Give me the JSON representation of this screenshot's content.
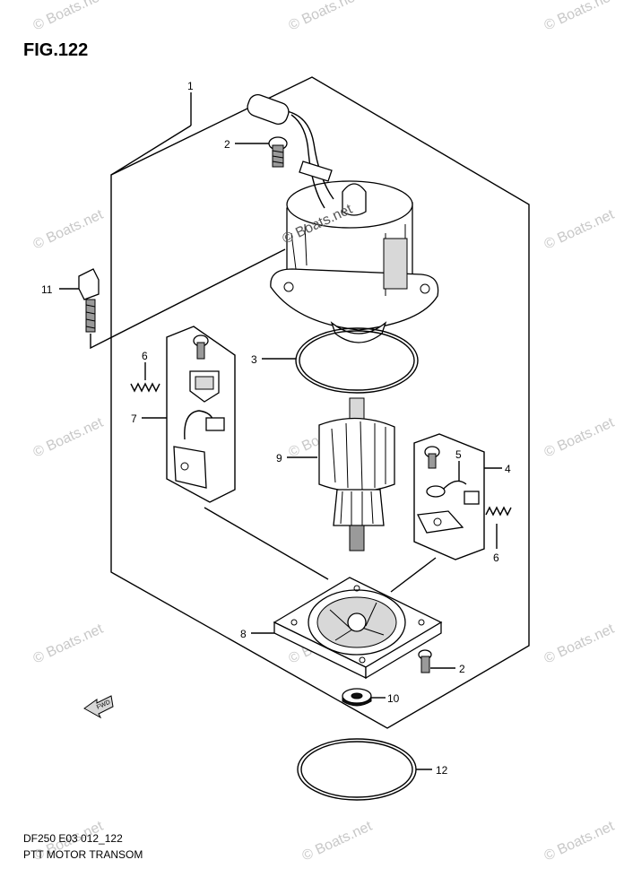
{
  "figure_title": "FIG.122",
  "model_code": "DF250 E03 012_122",
  "diagram_name": "PTT MOTOR TRANSOM",
  "watermark": "© Boats.net",
  "fwd_label": "FWD",
  "callouts": {
    "c1": "1",
    "c2_top": "2",
    "c2_bottom": "2",
    "c3": "3",
    "c4": "4",
    "c5": "5",
    "c6_left": "6",
    "c6_right": "6",
    "c7": "7",
    "c8": "8",
    "c9": "9",
    "c10": "10",
    "c11": "11",
    "c12": "12"
  }
}
